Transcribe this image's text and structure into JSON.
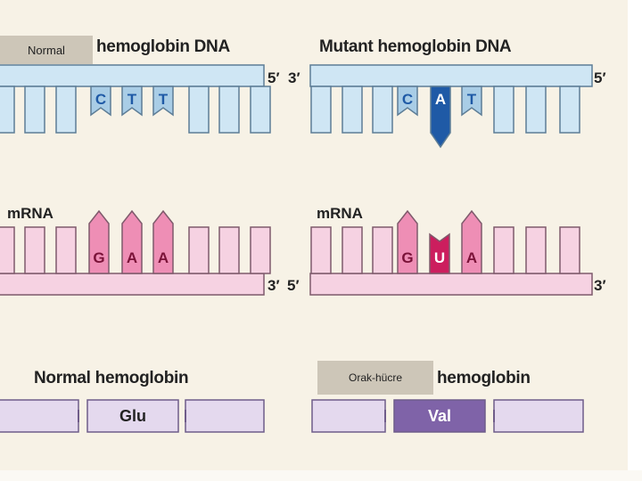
{
  "colors": {
    "background": "#f7f2e6",
    "dna_fill": "#cfe6f4",
    "dna_stroke": "#5d7d96",
    "dna_highlight": "#a9cde6",
    "dna_mutant": "#1f5aa6",
    "dna_letter": "#1f5aa6",
    "rna_fill": "#f6d2e2",
    "rna_stroke": "#7f5a6c",
    "rna_highlight": "#ee8eb5",
    "rna_mutant": "#cc1e5e",
    "rna_letter": "#7a1238",
    "protein_fill": "#e4d9ee",
    "protein_stroke": "#6f5c8a",
    "protein_highlight": "#7f63a8"
  },
  "left": {
    "dna_tag": "Normal",
    "dna_title": "hemoglobin DNA",
    "dna_end_right": "5′",
    "dna_bases": [
      "C",
      "T",
      "T"
    ],
    "mrna_title": "mRNA",
    "mrna_bases": [
      "G",
      "A",
      "A"
    ],
    "mrna_end_right": "3′",
    "protein_title": "Normal hemoglobin",
    "amino_acid": "Glu"
  },
  "right": {
    "dna_title": "Mutant hemoglobin DNA",
    "dna_end_left": "3′",
    "dna_end_right": "5′",
    "dna_bases": [
      "C",
      "A",
      "T"
    ],
    "mrna_title": "mRNA",
    "mrna_bases": [
      "G",
      "U",
      "A"
    ],
    "mrna_end_left": "5′",
    "mrna_end_right": "3′",
    "protein_tag": "Orak-hücre",
    "protein_title": "hemoglobin",
    "amino_acid": "Val"
  }
}
